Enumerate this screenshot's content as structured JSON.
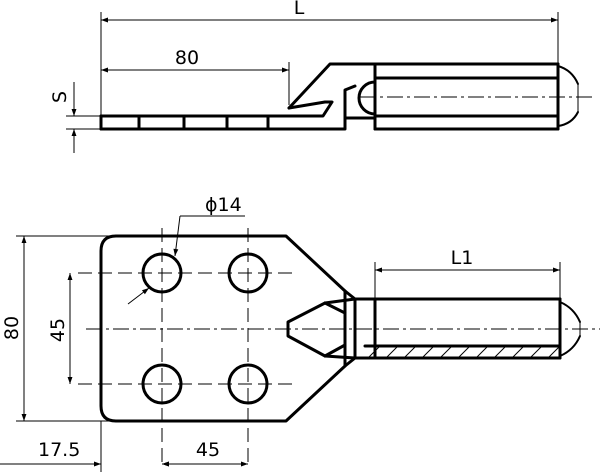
{
  "drawing": {
    "dimensions": {
      "overall_length": "L",
      "pad_length_top": "80",
      "thickness": "S",
      "hole_diameter": "ϕ14",
      "cable_length": "L1",
      "width": "80",
      "hole_spacing_vertical": "45",
      "edge_offset": "17.5",
      "hole_spacing_horizontal": "45"
    }
  }
}
